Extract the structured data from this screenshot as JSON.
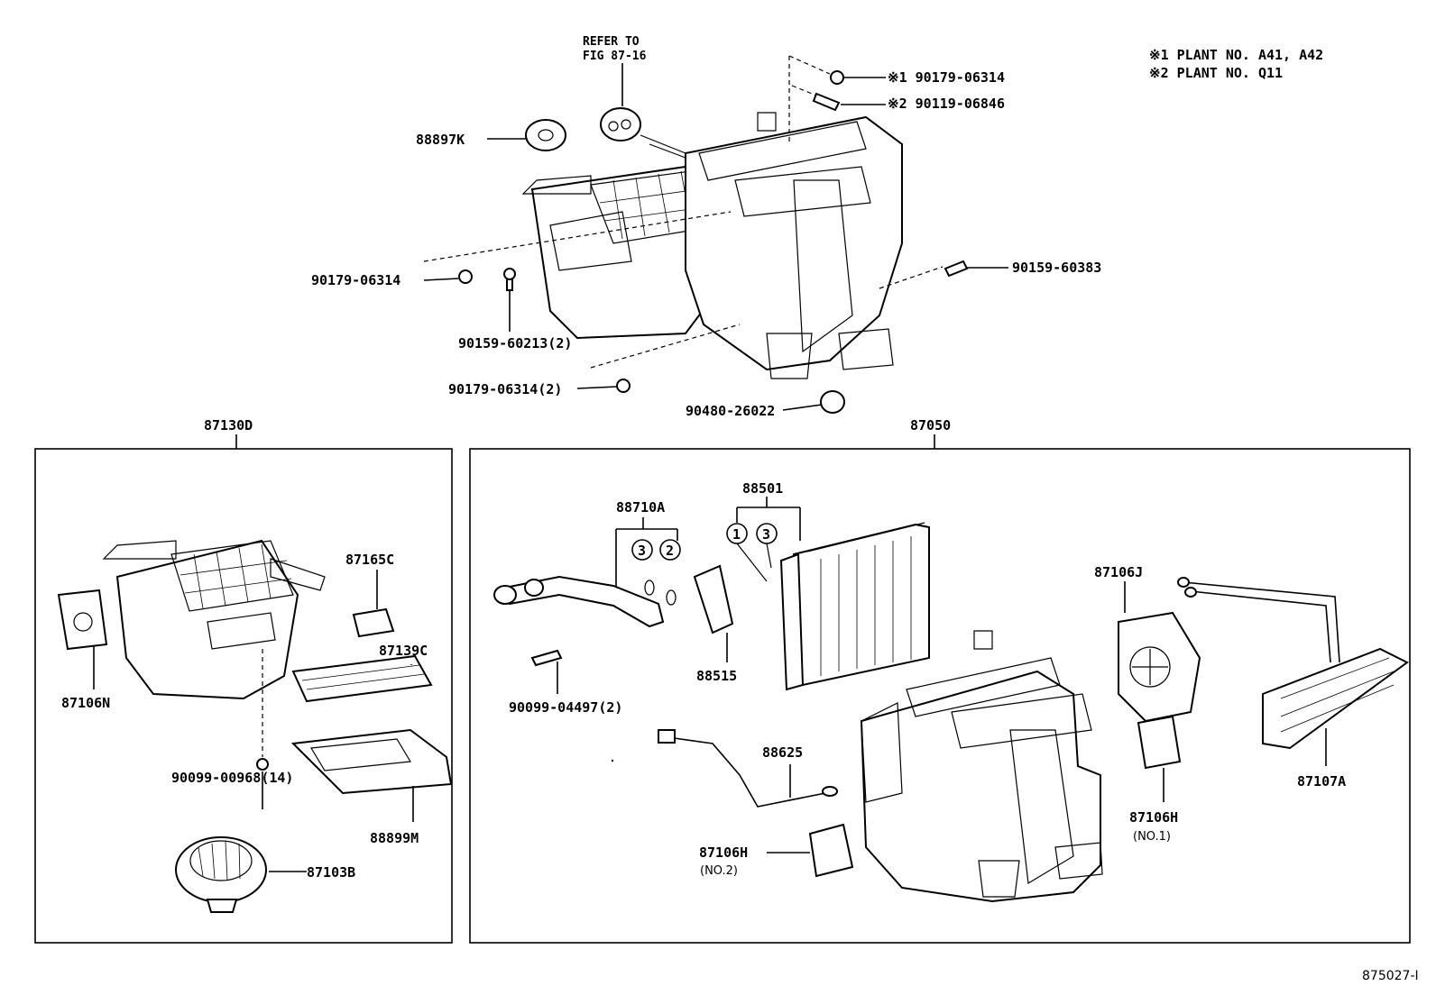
{
  "notes": {
    "note1": "※1 PLANT NO. A41, A42",
    "note2": "※2 PLANT NO. Q11"
  },
  "refer": {
    "line1": "REFER TO",
    "line2": "FIG 87-16"
  },
  "top_parts": {
    "p88897k": "88897K",
    "p_bolt1": "※1 90179-06314",
    "p_bolt2": "※2 90119-06846",
    "p90179_left": "90179-06314",
    "p90159_60213": "90159-60213(2)",
    "p90159_60383": "90159-60383",
    "p90179_bottom": "90179-06314(2)",
    "p90480": "90480-26022"
  },
  "left_box": {
    "title": "87130D",
    "p87106n": "87106N",
    "p87165c": "87165C",
    "p87139c": "87139C",
    "p90099_00968": "90099-00968(14)",
    "p88899m": "88899M",
    "p87103b": "87103B"
  },
  "right_box": {
    "title": "87050",
    "p88710a": "88710A",
    "p88501": "88501",
    "c3a": "3",
    "c2": "2",
    "c1": "1",
    "c3b": "3",
    "p88515": "88515",
    "p90099_04497": "90099-04497(2)",
    "p87106j": "87106J",
    "p88625": "88625",
    "p87106h_no2": "87106H",
    "no2": "(NO.2)",
    "p87106h_no1": "87106H",
    "no1": "(NO.1)",
    "p87107a": "87107A"
  },
  "figure_id": "875027-I"
}
